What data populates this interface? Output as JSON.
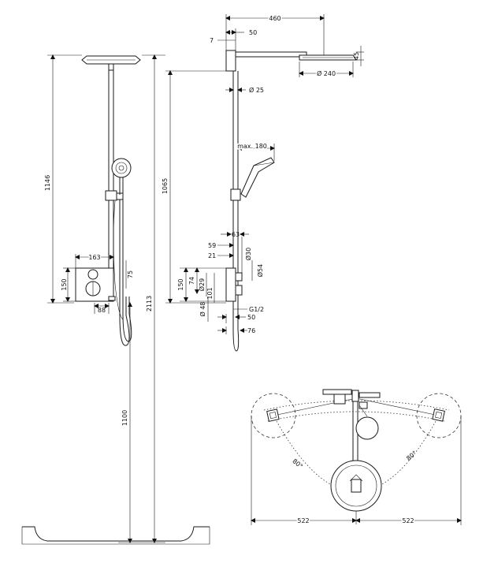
{
  "dimensions": {
    "front_height_head": "1146",
    "front_height_total": "2113",
    "front_height_floor": "1100",
    "side_height_1065": "1065",
    "front_width_163": "163",
    "front_height_150": "150",
    "front_dim_75": "75",
    "front_dim_88": "88",
    "arm_length_460": "460",
    "arm_dim_50": "50",
    "arm_dim_7": "7",
    "head_height_45": "45",
    "head_dia_240": "Ø 240",
    "rail_dia_25": "Ø 25",
    "max_180": "max. 180",
    "dim_63": "63",
    "dim_59": "59",
    "dim_21": "21",
    "dim_dia30": "Ø30",
    "dim_dia54": "Ø54",
    "dim_150_side": "150",
    "dim_74": "74",
    "dim_dia29": "Ø29",
    "dim_101": "101",
    "dim_dia48": "Ø 48",
    "thread_g12": "G1/2",
    "dim_50_bottom": "50",
    "dim_76": "76",
    "angle_left": "80°",
    "angle_right": "80°",
    "plan_522_left": "522",
    "plan_522_right": "522"
  }
}
